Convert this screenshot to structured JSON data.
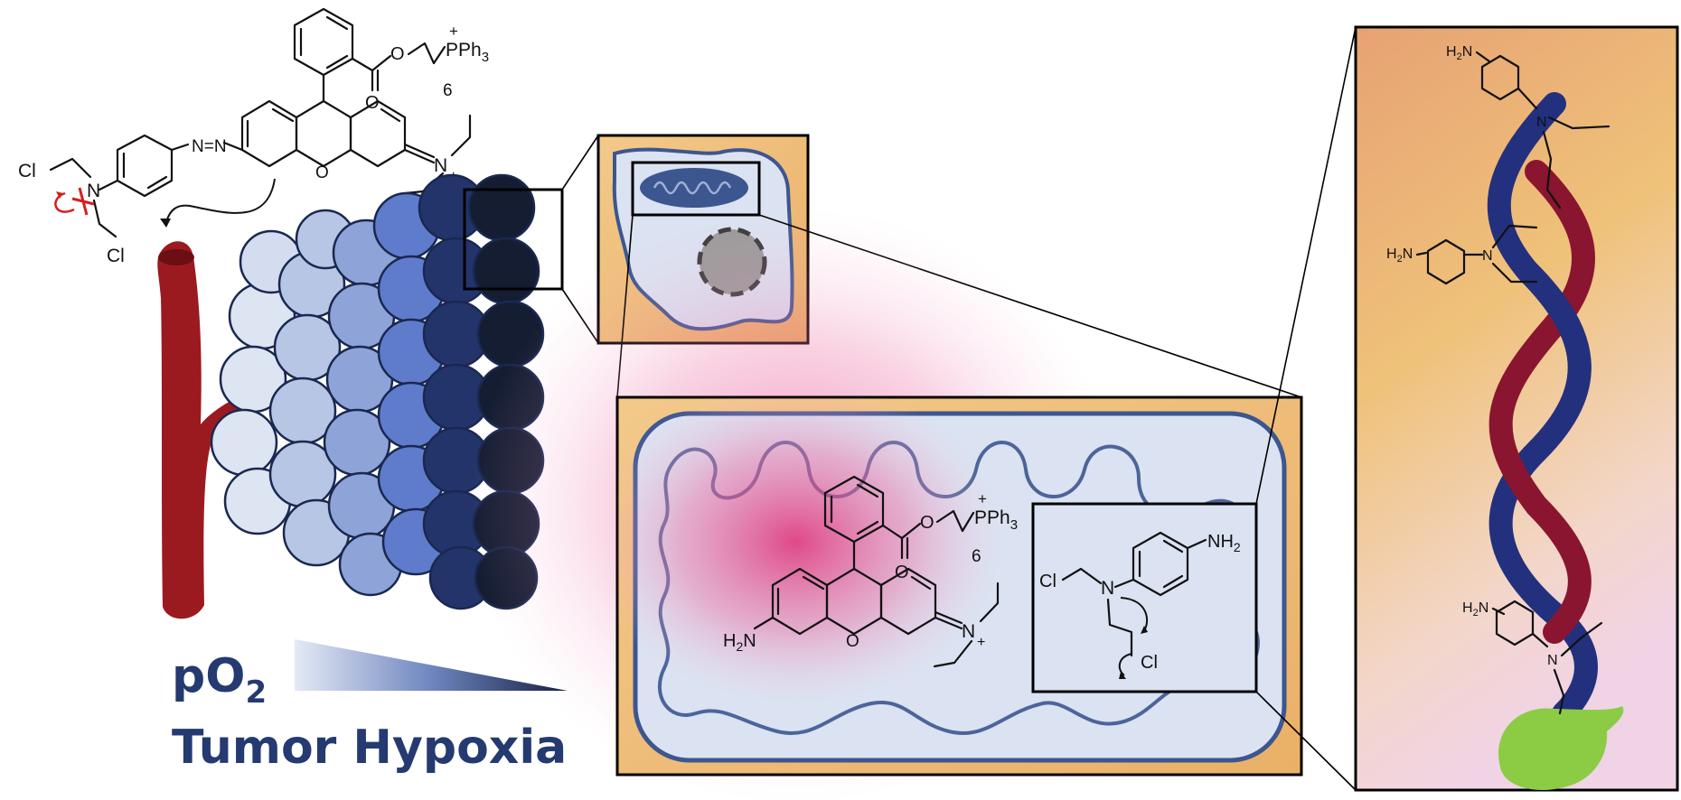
{
  "caption": {
    "po2_prefix": "pO",
    "po2_sub": "2",
    "hypoxia": "Tumor Hypoxia"
  },
  "labels": {
    "pph3": "PPh",
    "pph3_sub": "3",
    "plus": "+",
    "six": "6",
    "o": "O",
    "n": "N",
    "cl": "Cl",
    "h2n": "H",
    "h2n_sub": "2",
    "h2n_n": "N",
    "nh2_n": "NH",
    "nh2_sub": "2",
    "azo": "N=N"
  },
  "colors": {
    "vessel": "#9b1a20",
    "hypoxic_cell": "#151d33",
    "normoxic_cell": "#d6deef",
    "panel_bg": "#f0b46a",
    "mito_fill": "#dbe2f1",
    "mito_stroke": "#3c5690",
    "dna_strand_1": "#22307e",
    "dna_strand_2": "#8a1530",
    "protein": "#8ccc45",
    "glow": "#e0246f",
    "cleavage_arrow": "#d41f1f"
  },
  "icons": [
    "blood-vessel",
    "tumor-spheroid",
    "cell",
    "mitochondrion",
    "nucleus",
    "dna-double-helix",
    "protein"
  ]
}
